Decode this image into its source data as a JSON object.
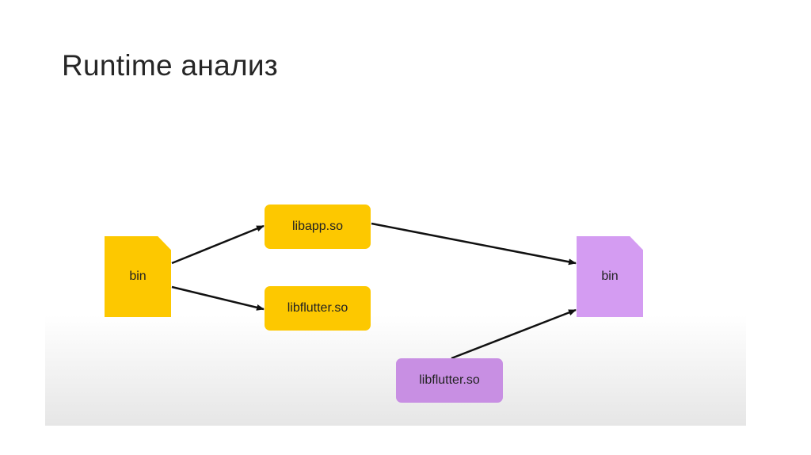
{
  "slide": {
    "title": "Runtime анализ"
  },
  "diagram": {
    "nodes": {
      "bin_source": {
        "label": "bin",
        "color": "#fdc800"
      },
      "libapp": {
        "label": "libapp.so",
        "color": "#fdc800"
      },
      "libflutter_original": {
        "label": "libflutter.so",
        "color": "#fdc800"
      },
      "bin_target": {
        "label": "bin",
        "color": "#d49cf2"
      },
      "libflutter_patched": {
        "label": "libflutter.so",
        "color": "#c88fe3"
      }
    },
    "edges": [
      {
        "from": "bin_source",
        "to": "libapp"
      },
      {
        "from": "bin_source",
        "to": "libflutter_original"
      },
      {
        "from": "libapp",
        "to": "bin_target"
      },
      {
        "from": "libflutter_patched",
        "to": "bin_target"
      }
    ]
  }
}
